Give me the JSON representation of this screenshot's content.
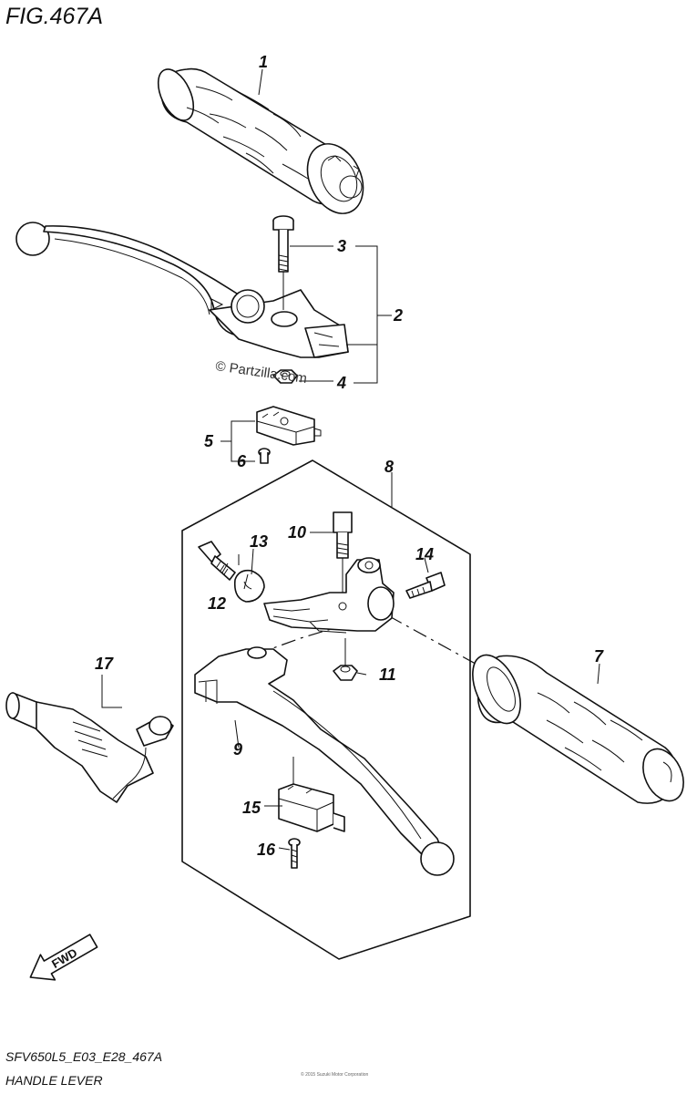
{
  "figure": {
    "title": "FIG.467A",
    "code": "SFV650L5_E03_E28_467A",
    "caption": "HANDLE LEVER",
    "watermark": "© Partzilla.com",
    "fine_print": "© 2015 Suzuki Motor Corporation",
    "fwd_label": "FWD"
  },
  "callouts": {
    "c1": "1",
    "c2": "2",
    "c3": "3",
    "c4": "4",
    "c5": "5",
    "c6": "6",
    "c7": "7",
    "c8": "8",
    "c9": "9",
    "c10": "10",
    "c11": "11",
    "c12": "12",
    "c13": "13",
    "c14": "14",
    "c15": "15",
    "c16": "16",
    "c17": "17"
  }
}
